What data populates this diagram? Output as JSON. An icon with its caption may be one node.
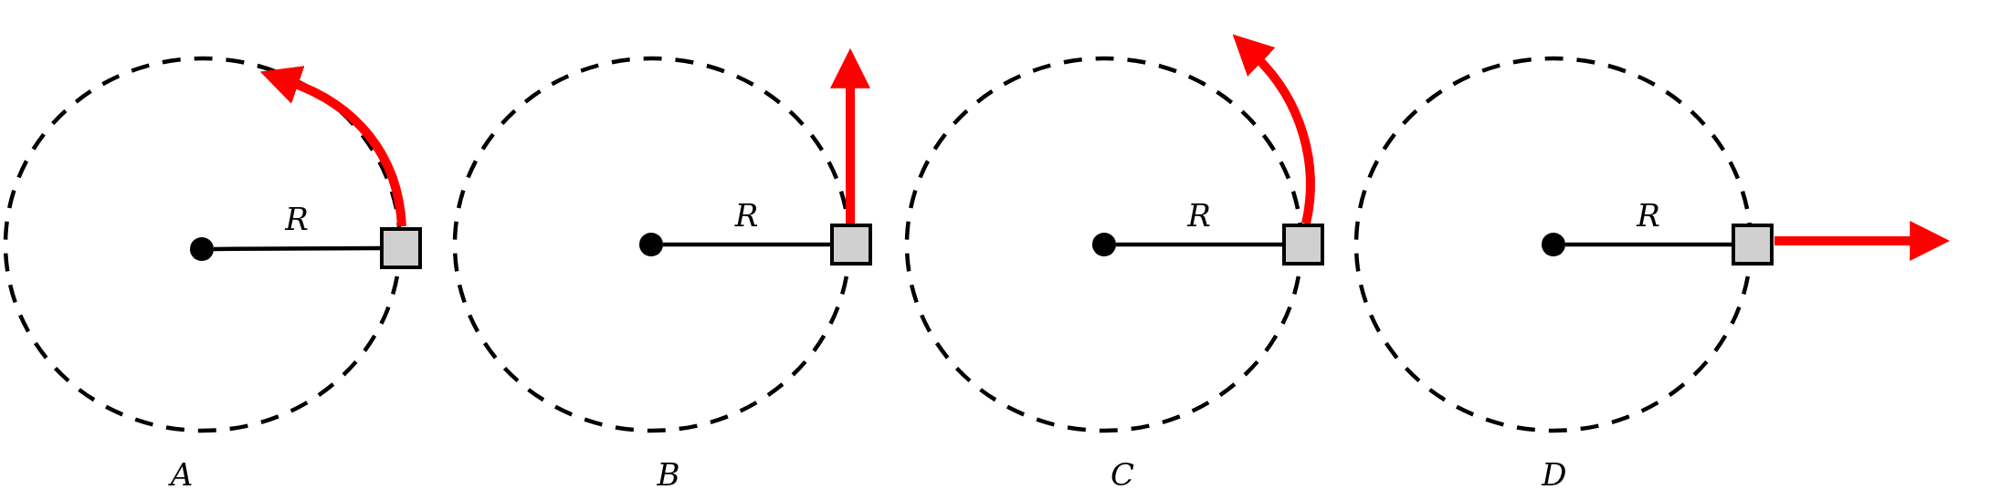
{
  "diagram": {
    "nodes": [
      {
        "text": [],
        "shape": "circle"
      },
      {
        "text": [],
        "shape": "box"
      },
      {
        "text": [],
        "shape": "circle"
      },
      {
        "text": [],
        "shape": "box"
      },
      {
        "text": [],
        "shape": "circle"
      },
      {
        "text": [],
        "shape": "box"
      },
      {
        "text": [],
        "shape": "circle"
      },
      {
        "text": [],
        "shape": "box"
      }
    ],
    "edges": [
      {
        "from": 0,
        "to": 1,
        "arrow": "none",
        "label": "R"
      },
      {
        "from": 2,
        "to": 3,
        "arrow": "none",
        "label": "R"
      },
      {
        "from": 4,
        "to": 5,
        "arrow": "none",
        "label": "R"
      },
      {
        "from": 6,
        "to": 7,
        "arrow": "none",
        "label": "R"
      }
    ],
    "labels": [
      "A",
      "B",
      "C",
      "D"
    ]
  }
}
